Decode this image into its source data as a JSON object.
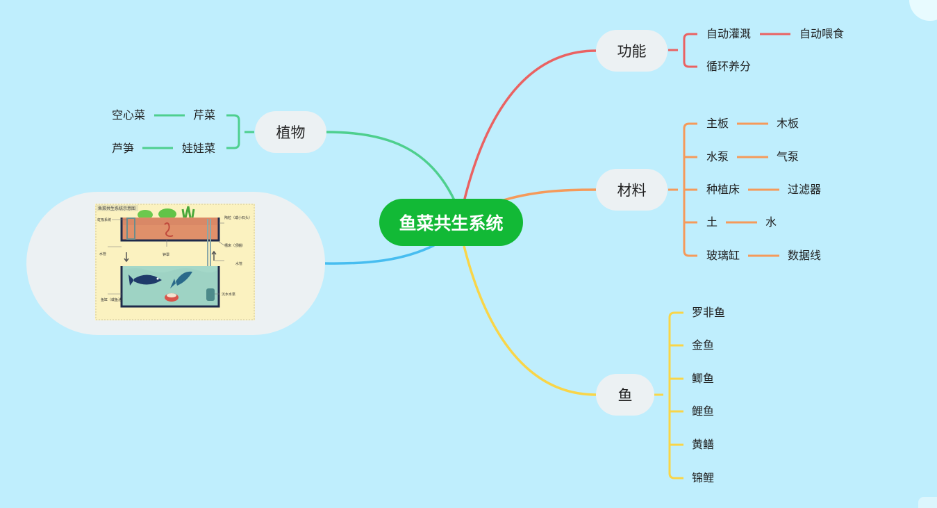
{
  "mindmap": {
    "root": "鱼菜共生系统",
    "branches": {
      "function": {
        "label": "功能",
        "items": [
          {
            "text": "自动灌溉",
            "child": "自动喂食"
          },
          {
            "text": "循环养分",
            "child": null
          }
        ]
      },
      "materials": {
        "label": "材料",
        "items": [
          {
            "text": "主板",
            "child": "木板"
          },
          {
            "text": "水泵",
            "child": "气泵"
          },
          {
            "text": "种植床",
            "child": "过滤器"
          },
          {
            "text": "土",
            "child": "水"
          },
          {
            "text": "玻璃缸",
            "child": "数据线"
          }
        ]
      },
      "fish": {
        "label": "鱼",
        "items": [
          "罗非鱼",
          "金鱼",
          "鲫鱼",
          "鲤鱼",
          "黄鳝",
          "锦鲤"
        ]
      },
      "plants": {
        "label": "植物",
        "items": [
          {
            "text": "芹菜",
            "child": "空心菜"
          },
          {
            "text": "娃娃菜",
            "child": "芦笋"
          }
        ]
      }
    },
    "colors": {
      "background": "#bfeefd",
      "root": "#12b936",
      "function": "#ea6262",
      "materials": "#f59a5a",
      "fish": "#f9d548",
      "plants": "#4ecf8e",
      "image": "#47bdf0",
      "node": "#ecf1f3"
    }
  },
  "diagram_image": {
    "title": "鱼菜共生系统示意图",
    "labels": {
      "siphon": "虹吸系统",
      "pebbles": "陶粒（或小石头）",
      "planting_bed": "种植床",
      "tank_cover": "槽床（顶棚）",
      "water_pipe": "水管",
      "bell": "钟罩",
      "return_pipe": "水管",
      "fish_tank": "鱼缸（或鱼池）",
      "pump": "沉水水泵"
    }
  }
}
